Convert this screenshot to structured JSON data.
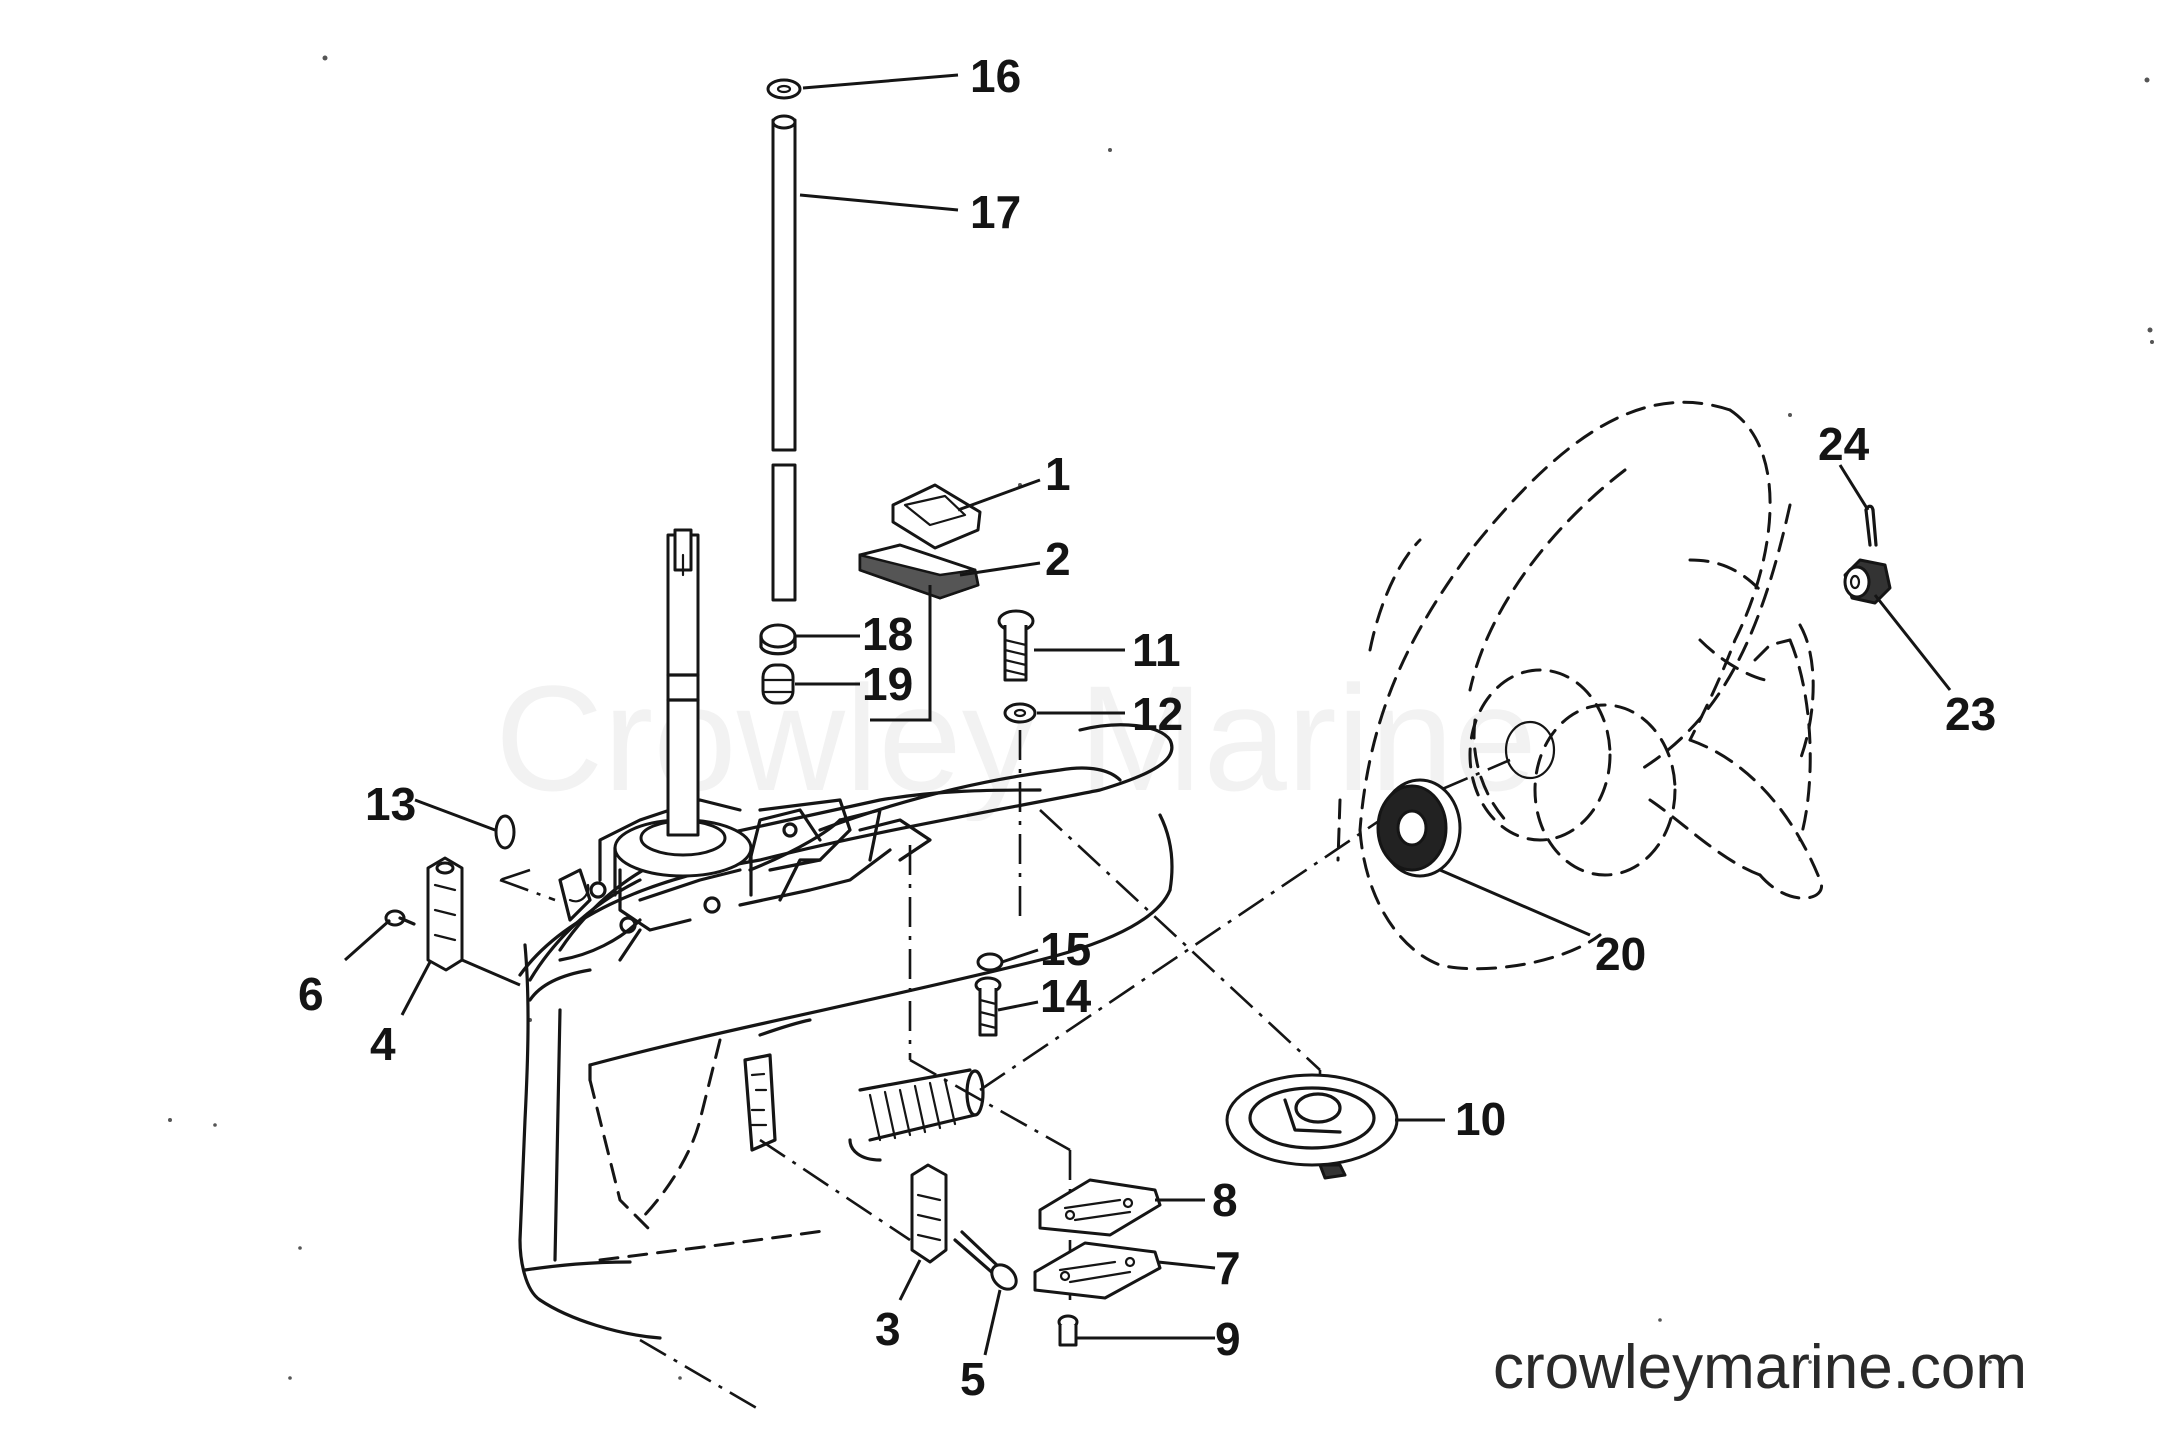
{
  "watermark": "Crowley Marine",
  "site_url": "crowleymarine.com",
  "callouts": [
    {
      "id": "label-16",
      "text": "16"
    },
    {
      "id": "label-17",
      "text": "17"
    },
    {
      "id": "label-1",
      "text": "1"
    },
    {
      "id": "label-2",
      "text": "2"
    },
    {
      "id": "label-18",
      "text": "18"
    },
    {
      "id": "label-19",
      "text": "19"
    },
    {
      "id": "label-11",
      "text": "11"
    },
    {
      "id": "label-12",
      "text": "12"
    },
    {
      "id": "label-24",
      "text": "24"
    },
    {
      "id": "label-23",
      "text": "23"
    },
    {
      "id": "label-13",
      "text": "13"
    },
    {
      "id": "label-6",
      "text": "6"
    },
    {
      "id": "label-4",
      "text": "4"
    },
    {
      "id": "label-15",
      "text": "15"
    },
    {
      "id": "label-14",
      "text": "14"
    },
    {
      "id": "label-20",
      "text": "20"
    },
    {
      "id": "label-10",
      "text": "10"
    },
    {
      "id": "label-8",
      "text": "8"
    },
    {
      "id": "label-7",
      "text": "7"
    },
    {
      "id": "label-9",
      "text": "9"
    },
    {
      "id": "label-3",
      "text": "3"
    },
    {
      "id": "label-5",
      "text": "5"
    }
  ]
}
